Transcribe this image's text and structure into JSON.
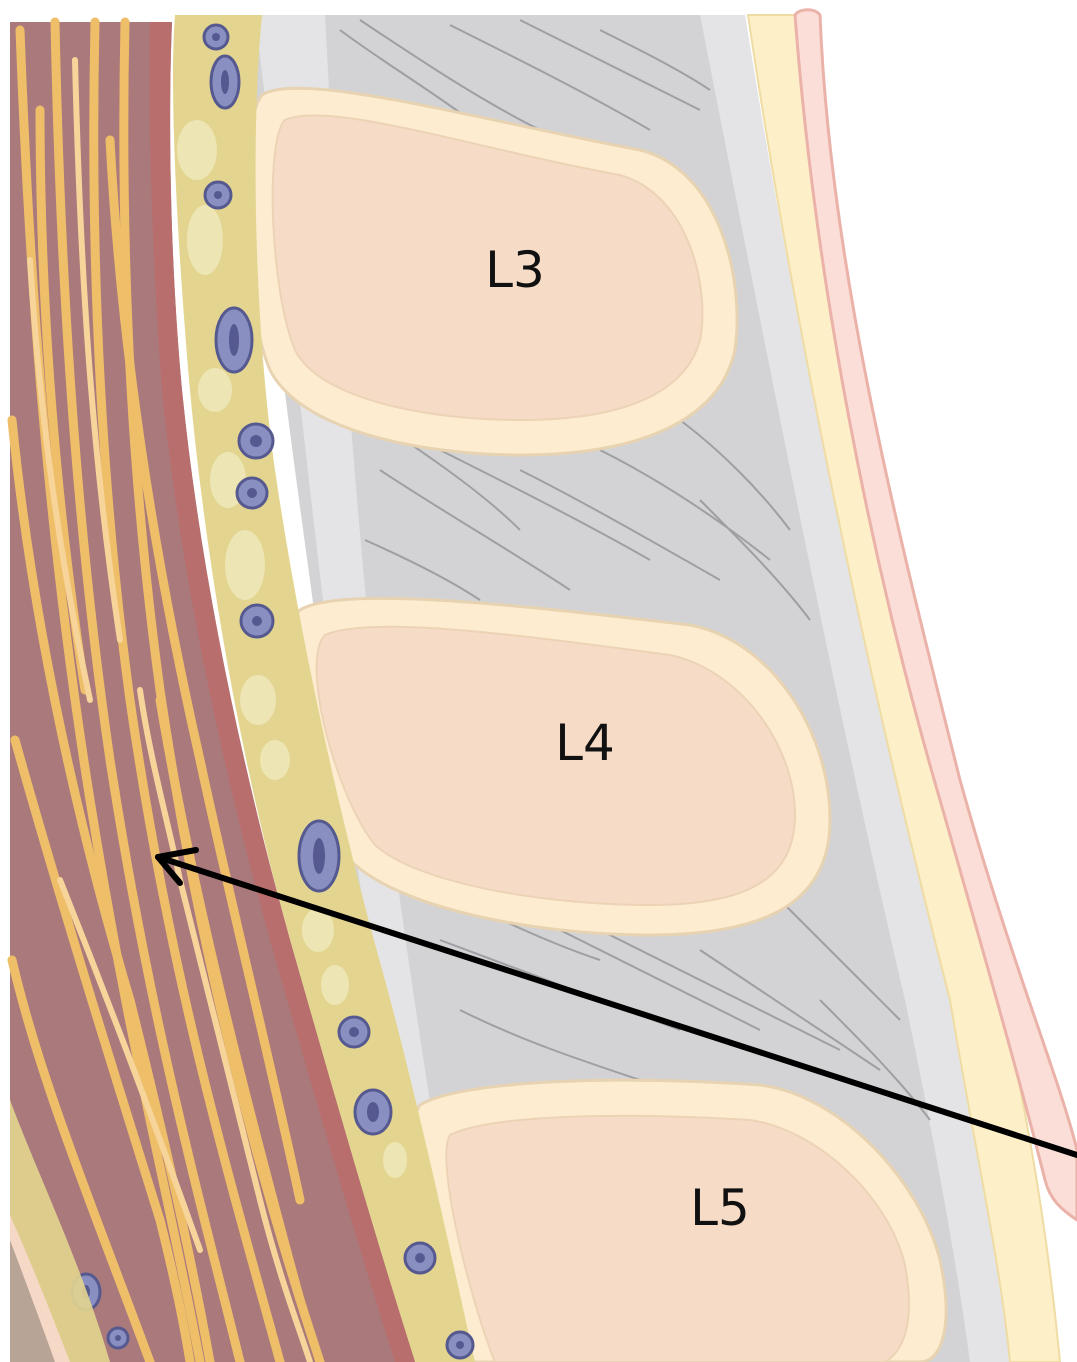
{
  "labels": {
    "l3": "L3",
    "l4": "L4",
    "l5": "L5"
  },
  "colors": {
    "background": "#ffffff",
    "muscle": "#a9797c",
    "muscle_dark": "#b86e6c",
    "nerve_fibers": "#efbe69",
    "nerve_light": "#f6d49a",
    "fat_layer": "#e3d58f",
    "fat_blob": "#ede6b4",
    "vessel": "#8a8fc2",
    "vessel_dark": "#55598f",
    "ligament": "#d3d3d5",
    "ligament_light": "#e4e4e6",
    "bone_outer": "#fdeccf",
    "bone_inner": "#f6dcc6",
    "yellow_layer": "#fdf0c9",
    "skin": "#fbded7",
    "skin_edge": "#eab2a9",
    "arrow": "#000000"
  }
}
